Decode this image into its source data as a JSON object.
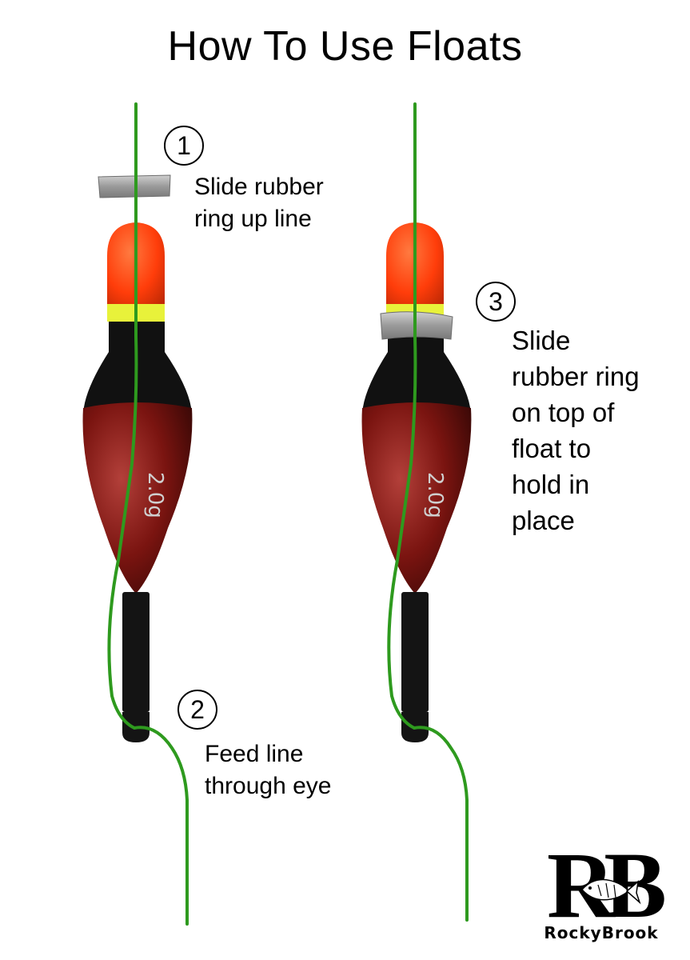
{
  "title": "How To Use Floats",
  "steps": [
    {
      "number": "1",
      "lines": [
        "Slide rubber",
        "ring up line"
      ]
    },
    {
      "number": "2",
      "lines": [
        "Feed line",
        "through eye"
      ]
    },
    {
      "number": "3",
      "lines": [
        "Slide",
        "rubber ring",
        "on top of",
        "float to",
        "hold in",
        "place"
      ]
    }
  ],
  "float_label": "2.0g",
  "logo": {
    "letters": "RB",
    "name": "RockyBrook"
  },
  "colors": {
    "line": "#2e9a1e",
    "float_tip": "#ff3d0a",
    "float_band": "#e8f23a",
    "float_top": "#111111",
    "float_body": "#7a1410",
    "stem": "#141414",
    "rubber_ring": "#a9a9a9"
  }
}
